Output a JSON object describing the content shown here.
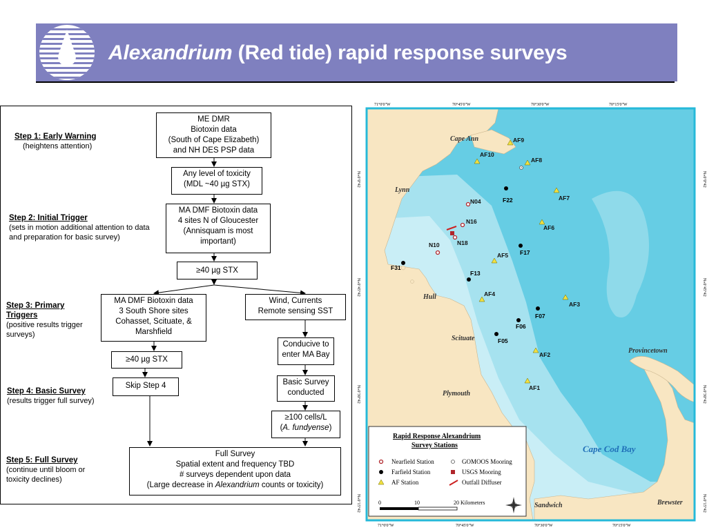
{
  "header": {
    "title_italic": "Alexandrium",
    "title_rest": " (Red tide) rapid response surveys"
  },
  "steps": [
    {
      "title": "Step 1: Early Warning",
      "desc": "(heightens attention)"
    },
    {
      "title": "Step 2: Initial Trigger",
      "desc": "(sets in motion additional attention to data and preparation for basic survey)"
    },
    {
      "title": "Step 3: Primary Triggers",
      "desc": "(positive results trigger surveys)"
    },
    {
      "title": "Step 4: Basic Survey",
      "desc": "(results trigger full survey)"
    },
    {
      "title": "Step 5: Full Survey",
      "desc": "(continue until bloom or toxicity declines)"
    }
  ],
  "boxes": {
    "me_dmr": [
      "ME DMR",
      "Biotoxin data",
      "(South of Cape Elizabeth)",
      "and NH DES PSP data"
    ],
    "any_level": [
      "Any level of toxicity",
      "(MDL ~40 µg STX)"
    ],
    "ma_dmf_gloucester": [
      "MA DMF Biotoxin data",
      "4 sites N of Gloucester",
      "(Annisquam is most",
      "important)"
    ],
    "stx40_a": "≥40 µg STX",
    "ma_dmf_south": [
      "MA DMF Biotoxin data",
      "3 South Shore sites",
      "Cohasset, Scituate, &",
      "Marshfield"
    ],
    "wind": [
      "Wind, Currents",
      "Remote sensing SST"
    ],
    "conducive": [
      "Conducive to",
      "enter MA Bay"
    ],
    "stx40_b": "≥40 µg STX",
    "skip": "Skip Step 4",
    "basic": [
      "Basic Survey",
      "conducted"
    ],
    "cells_a": "≥100 cells/L",
    "cells_b_italic": "A. fundyense",
    "full": [
      "Full Survey",
      "Spatial extent and frequency TBD",
      "# surveys dependent upon data"
    ],
    "full_last_pre": "(Large decrease in ",
    "full_last_italic": "Alexandrium",
    "full_last_post": " counts or toxicity)"
  },
  "map": {
    "lon_labels": [
      "71°0'0\"W",
      "70°45'0\"W",
      "70°30'0\"W",
      "70°15'0\"W"
    ],
    "lat_labels": [
      "N»0’0°42",
      "N»0’45°42",
      "N»0’30°42",
      "N»0’15°42",
      "N»0’0°42"
    ],
    "places": [
      "Cape Ann",
      "Lynn",
      "Hull",
      "Scituate",
      "Plymouth",
      "Provincetown",
      "Cape Cod Bay",
      "Sandwich",
      "Brewster"
    ],
    "stations_af": [
      "AF9",
      "AF10",
      "AF8",
      "AF7",
      "AF6",
      "AF5",
      "AF4",
      "AF3",
      "AF2",
      "AF1"
    ],
    "stations_f": [
      "F22",
      "F17",
      "F13",
      "F07",
      "F06",
      "F05",
      "F31"
    ],
    "stations_n": [
      "N04",
      "N16",
      "N18",
      "N10"
    ],
    "legend": {
      "title1": "Rapid Response Alexandrium",
      "title2": "Survey Stations",
      "items": [
        "Nearfield Station",
        "Farfield Station",
        "AF Station",
        "GOMOOS Mooring",
        "USGS Mooring",
        "Outfall Diffuser"
      ],
      "scale": [
        "0",
        "10",
        "20 Kilometers"
      ]
    },
    "colors": {
      "water_light": "#c9eef6",
      "water_mid": "#a6e2ef",
      "water_deep": "#66cde4",
      "land": "#f8e6c2",
      "frame": "#26b9d9"
    }
  }
}
